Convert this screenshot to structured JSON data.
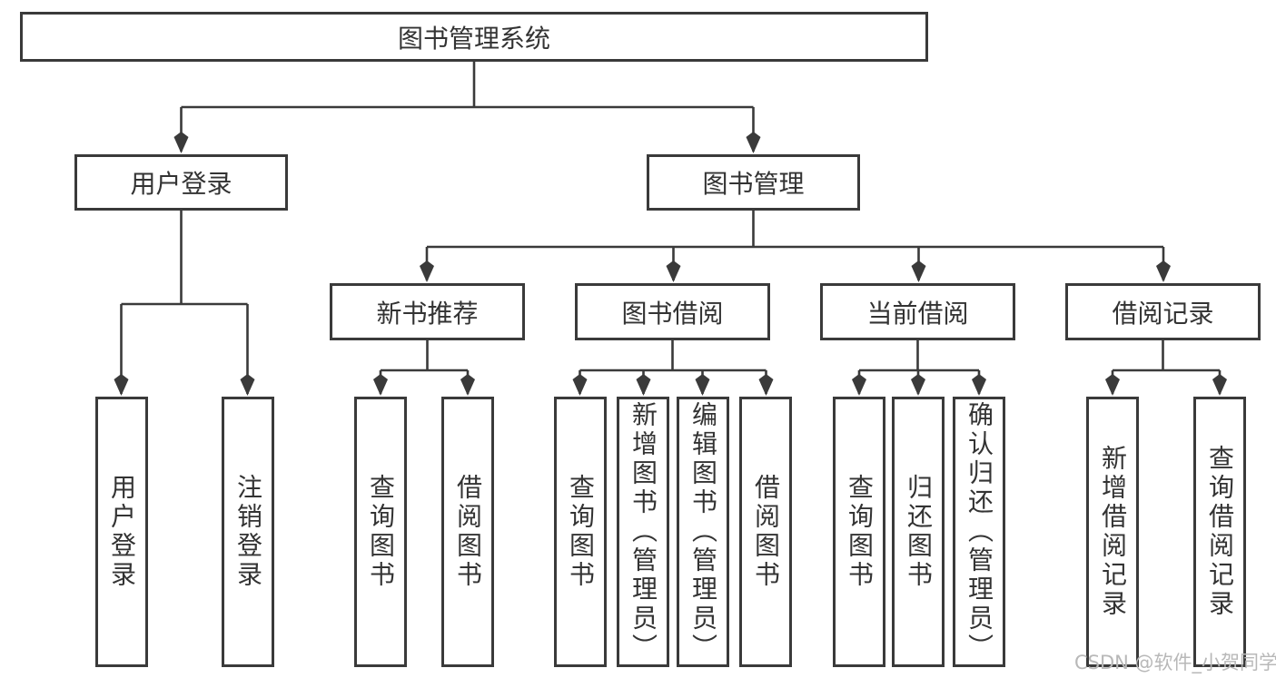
{
  "diagram": {
    "root": {
      "label": "图书管理系统"
    },
    "branches": [
      {
        "label": "用户登录",
        "children": [
          {
            "label": "用户登录"
          },
          {
            "label": "注销登录"
          }
        ]
      },
      {
        "label": "图书管理",
        "children": [
          {
            "label": "新书推荐",
            "children": [
              {
                "label": "查询图书"
              },
              {
                "label": "借阅图书"
              }
            ]
          },
          {
            "label": "图书借阅",
            "children": [
              {
                "label": "查询图书"
              },
              {
                "label": "新增图书（管理员）"
              },
              {
                "label": "编辑图书（管理员）"
              },
              {
                "label": "借阅图书"
              }
            ]
          },
          {
            "label": "当前借阅",
            "children": [
              {
                "label": "查询图书"
              },
              {
                "label": "归还图书"
              },
              {
                "label": "确认归还（管理员）"
              }
            ]
          },
          {
            "label": "借阅记录",
            "children": [
              {
                "label": "新增借阅记录"
              },
              {
                "label": "查询借阅记录"
              }
            ]
          }
        ]
      }
    ],
    "watermark": "CSDN @软件_小贺同学",
    "colors": {
      "line": "#3a3a3a",
      "text": "#333333",
      "background": "#ffffff",
      "watermark": "#b8b8b8"
    }
  }
}
